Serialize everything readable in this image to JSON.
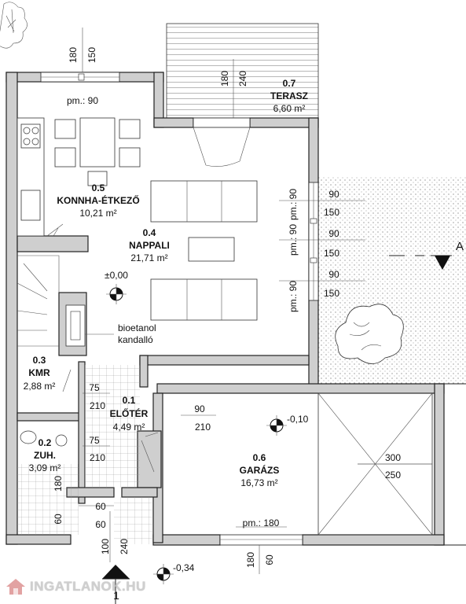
{
  "rooms": [
    {
      "id": "r05",
      "number": "0.5",
      "name": "KONNHA-ÉTKEZŐ",
      "area": "10,21 m²"
    },
    {
      "id": "r04",
      "number": "0.4",
      "name": "NAPPALI",
      "area": "21,71 m²"
    },
    {
      "id": "r07",
      "number": "0.7",
      "name": "TERASZ",
      "area": "6,60 m²"
    },
    {
      "id": "r03",
      "number": "0.3",
      "name": "KMR",
      "area": "2,88 m²"
    },
    {
      "id": "r01",
      "number": "0.1",
      "name": "ELŐTÉR",
      "area": "4,49 m²"
    },
    {
      "id": "r02",
      "number": "0.2",
      "name": "ZUH.",
      "area": "3,09 m²"
    },
    {
      "id": "r06",
      "number": "0.6",
      "name": "GARÁZS",
      "area": "16,73 m²"
    }
  ],
  "levels": {
    "nappali": "±0,00",
    "garazs": "-0,10",
    "entry": "-0,34"
  },
  "labels": {
    "fireplace_line1": "bioetanol",
    "fireplace_line2": "kandalló",
    "pm_kitchen": "pm.: 90",
    "pm_garage": "pm.: 180",
    "pm_window": "pm.: 90",
    "section_letter": "A",
    "section_number": "1"
  },
  "dims": {
    "top_window_w": "180",
    "top_window_h": "150",
    "terrace_door_w": "180",
    "terrace_door_h": "240",
    "right_90": "90",
    "right_150": "150",
    "door_75": "75",
    "door_210": "210",
    "garage_door_w": "90",
    "garage_door_h": "210",
    "gate_300": "300",
    "gate_250": "250",
    "zuh_180": "180",
    "zuh_60": "60",
    "entry_100": "100",
    "entry_240": "240",
    "garage_win_180": "180",
    "garage_win_60": "60"
  },
  "watermark": "INGATLANOK.HU"
}
